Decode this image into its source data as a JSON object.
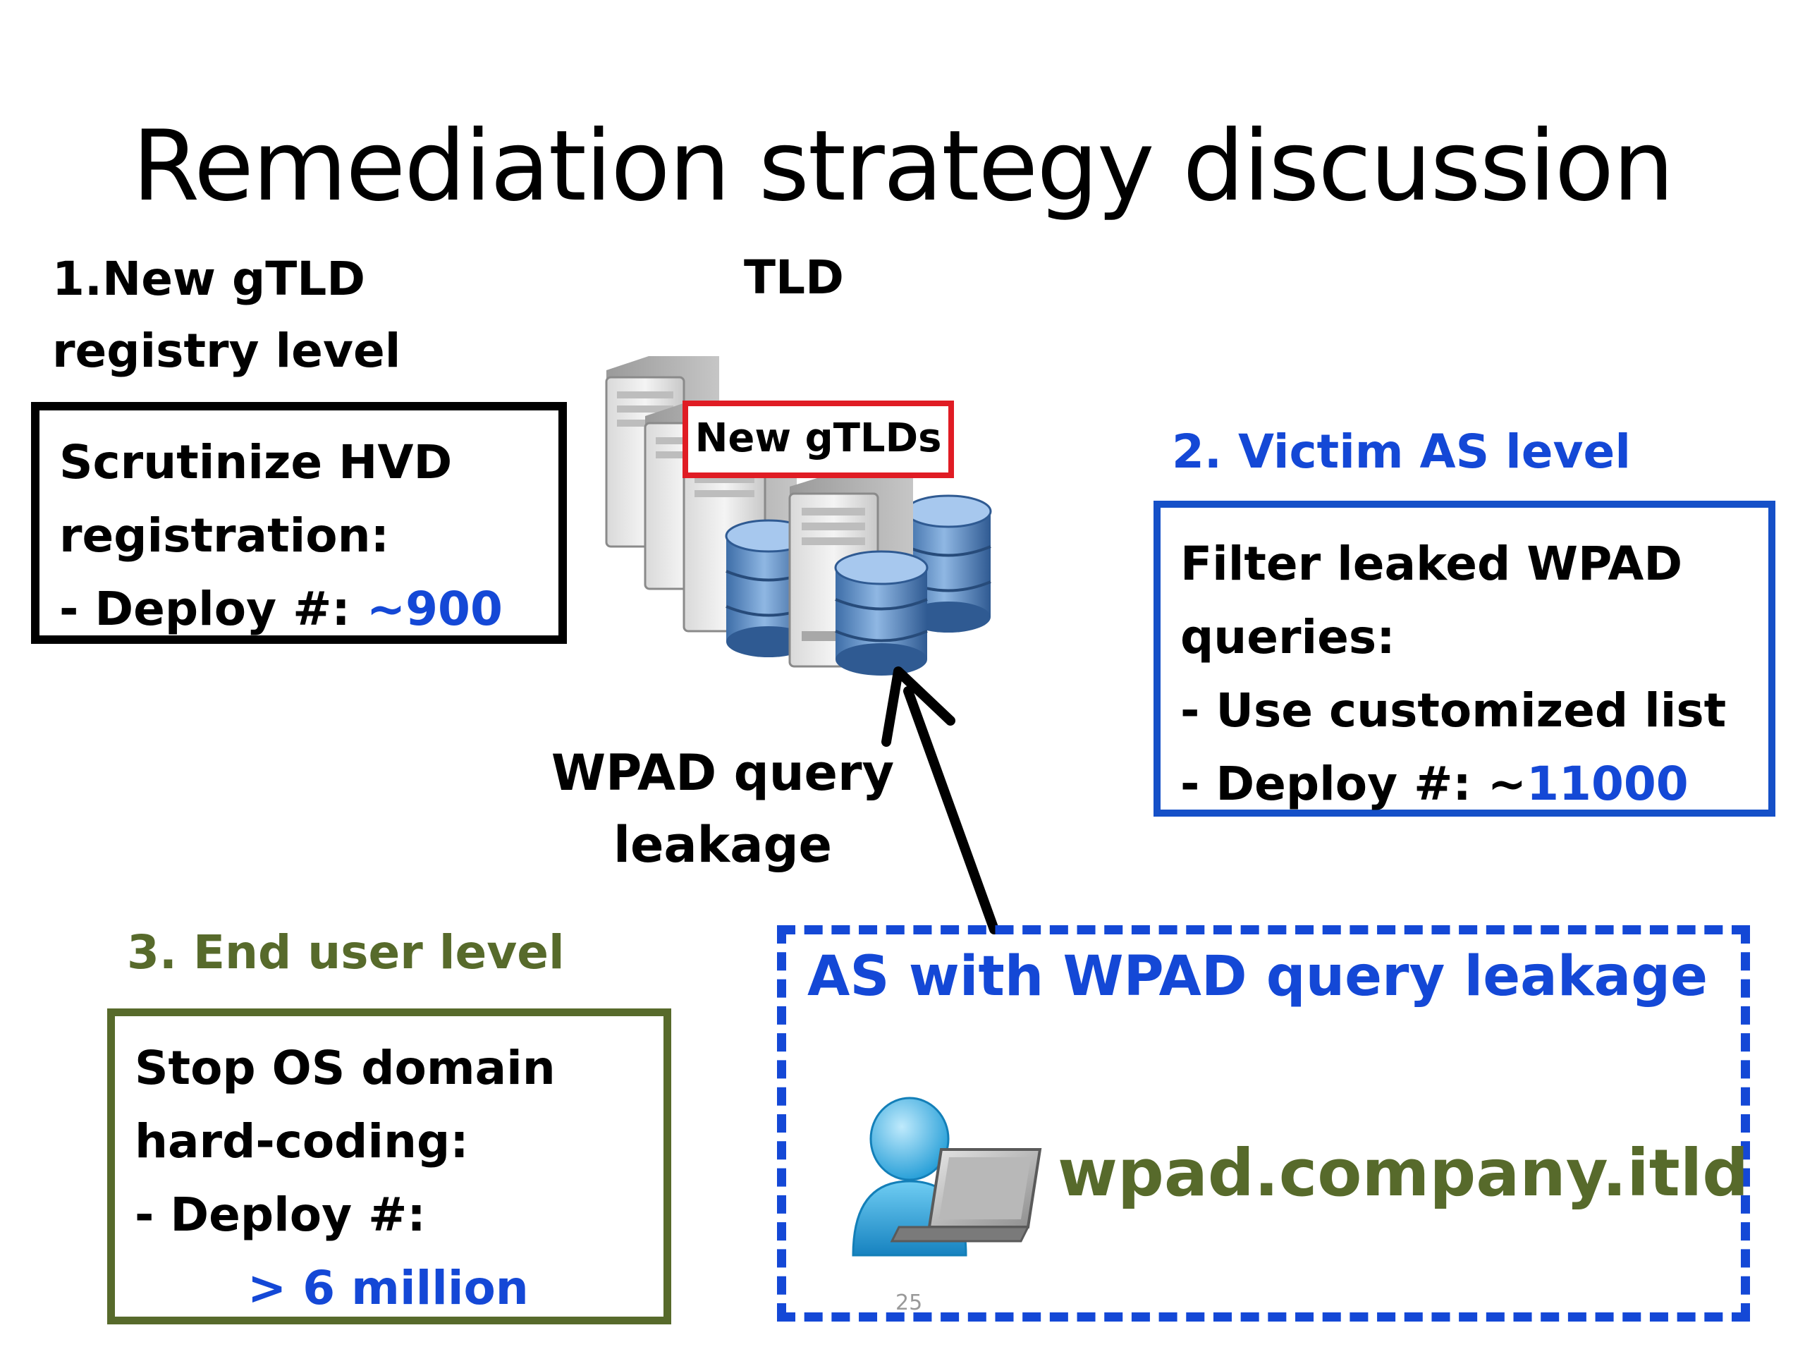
{
  "title": "Remediation strategy discussion",
  "level1": {
    "heading_line1": "1.New gTLD",
    "heading_line2": "registry level",
    "box_line1": "Scrutinize HVD",
    "box_line2": "registration:",
    "deploy_label": "- Deploy #: ",
    "deploy_value": "~900"
  },
  "level2": {
    "heading": "2. Victim AS level",
    "box_line1": "Filter leaked WPAD",
    "box_line2": "queries:",
    "box_line3": "- Use customized list",
    "deploy_label": "- Deploy #: ~",
    "deploy_value": "11000"
  },
  "level3": {
    "heading": "3. End user level",
    "box_line1": "Stop OS domain",
    "box_line2": "hard-coding:",
    "deploy_label": "- Deploy #:",
    "deploy_value": "> 6 million"
  },
  "tld": {
    "label": "TLD",
    "badge": "New gTLDs"
  },
  "arrow": {
    "label_line1": "WPAD query",
    "label_line2": "leakage"
  },
  "as_box": {
    "title": "AS with WPAD query leakage",
    "domain": "wpad.company.itld"
  },
  "page_number": "25",
  "colors": {
    "blue": "#1448d6",
    "olive": "#576a2b",
    "red": "#e01c24",
    "black": "#000000"
  },
  "icons": {
    "servers": "server-cluster-icon",
    "user": "user-laptop-icon"
  }
}
